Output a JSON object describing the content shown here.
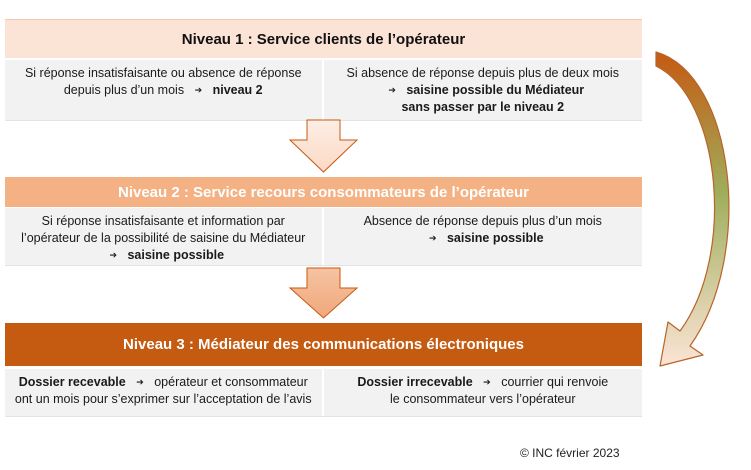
{
  "levels": [
    {
      "title": "Niveau 1 : Service clients de l’opérateur",
      "left": {
        "line1": "Si réponse insatisfaisante ou absence de réponse",
        "line2": "depuis plus d’un mois",
        "bold": "niveau 2"
      },
      "right": {
        "line1": "Si absence de réponse depuis plus de deux mois",
        "bold1": "saisine possible du Médiateur",
        "bold2": "sans passer par le niveau 2"
      }
    },
    {
      "title": "Niveau 2 : Service recours consommateurs de l’opérateur",
      "left": {
        "line1": "Si réponse insatisfaisante et information par",
        "line2": "l’opérateur de la possibilité de saisine du Médiateur",
        "bold": "saisine possible"
      },
      "right": {
        "line1": "Absence de réponse depuis plus d’un mois",
        "bold": "saisine possible"
      }
    },
    {
      "title": "Niveau 3 : Médiateur des communications électroniques",
      "left": {
        "bold": "Dossier recevable",
        "line1": "opérateur et consommateur",
        "line2": "ont un mois pour s’exprimer sur l’acceptation de l’avis"
      },
      "right": {
        "bold": "Dossier irrecevable",
        "line1": "courrier qui renvoie",
        "line2": "le consommateur vers l’opérateur"
      }
    }
  ],
  "arrow_glyph": "➔",
  "copyright": "© INC février 2023",
  "colors": {
    "level1": "#fbe3d6",
    "level2": "#f4b183",
    "level3": "#c55a11",
    "detail_bg": "#f2f2f2",
    "curved_arrow_start": "#c55a11",
    "curved_arrow_end": "#fce4d6"
  }
}
